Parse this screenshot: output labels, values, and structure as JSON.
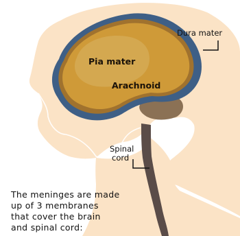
{
  "labels": {
    "dura": "Dura mater",
    "pia": "Pia mater",
    "arachnoid": "Arachnoid",
    "spinal_1": "Spinal",
    "spinal_2": "cord"
  },
  "caption": [
    "The meninges are made",
    "up of 3 membranes",
    "that cover the brain",
    "and spinal cord:"
  ],
  "colors": {
    "skin": "#fbe3c6",
    "dura": "#3e5f86",
    "arachnoid": "#a0722e",
    "brain": "#cf9a38",
    "pia": "#d4a850",
    "cord": "#5a4c48"
  }
}
